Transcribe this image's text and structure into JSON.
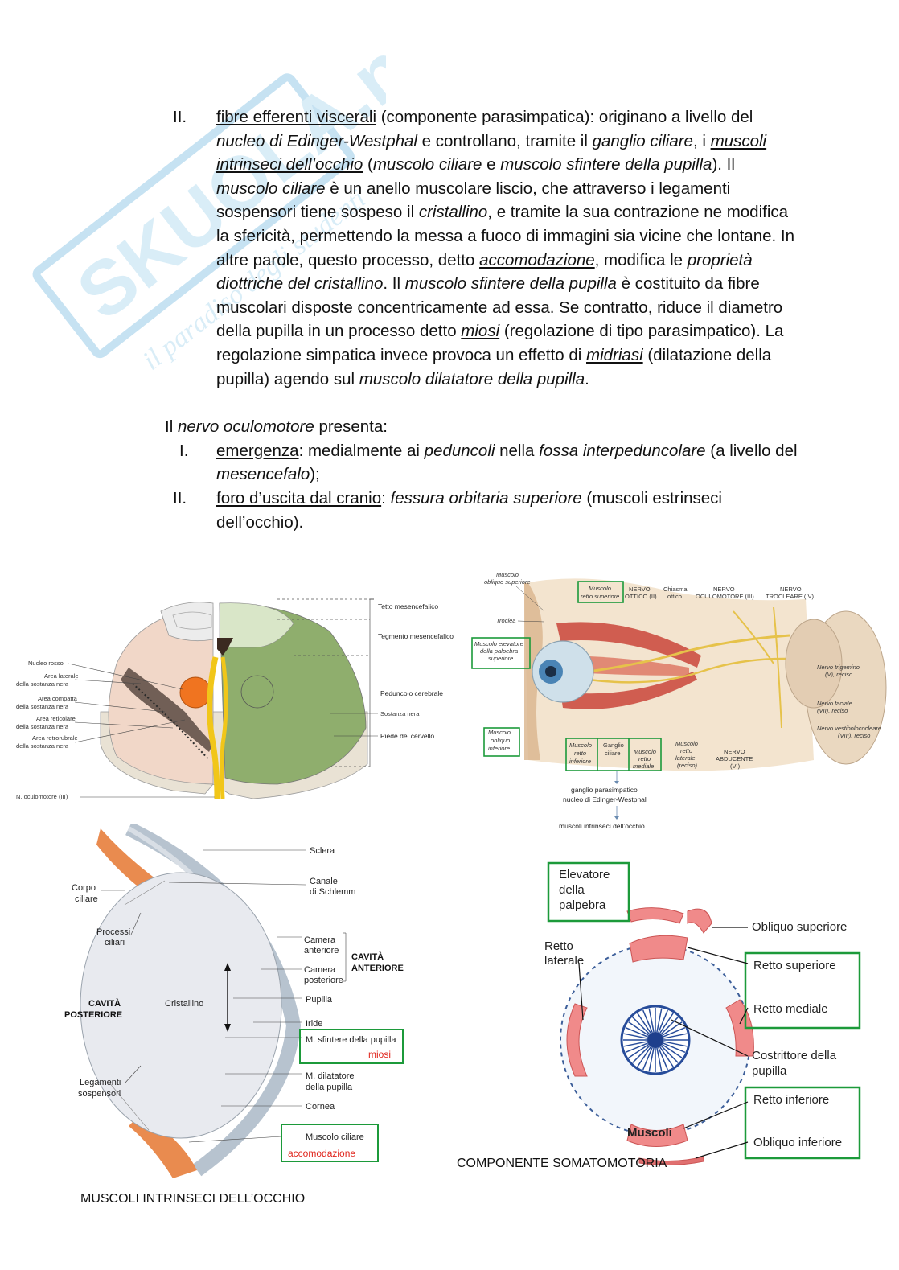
{
  "watermark": {
    "brand": "SKUOLA.net",
    "tagline": "il paradiso degli studenti"
  },
  "text": {
    "item_ii_num": "II.",
    "p1_a": "fibre efferenti viscerali",
    "p1_b": " (componente parasimpatica): originano a livello del ",
    "p1_c": "nucleo di Edinger-Westphal",
    "p1_d": " e controllano, tramite il ",
    "p1_e": "ganglio ciliare",
    "p1_f": ", i ",
    "p1_g": "muscoli intrinseci dell’occhio",
    "p1_h": " (",
    "p1_i": "muscolo ciliare",
    "p1_j": " e ",
    "p1_k": "muscolo sfintere della pupilla",
    "p1_l": "). Il ",
    "p1_m": "muscolo ciliare",
    "p1_n": " è un anello muscolare liscio, che attraverso i legamenti sospensori tiene sospeso il ",
    "p1_o": "cristallino",
    "p1_p": ", e tramite la sua contrazione ne modifica la sfericità, permettendo la messa a fuoco di immagini sia vicine che lontane. In altre parole, questo processo, detto ",
    "p1_q": "accomodazione",
    "p1_r": ", modifica le ",
    "p1_s": "proprietà diottriche del cristallino",
    "p1_t": ". Il ",
    "p1_u": "muscolo sfintere della pupilla",
    "p1_v": " è costituito da fibre muscolari disposte concentricamente ad essa. Se contratto, riduce il diametro della pupilla in un processo detto ",
    "p1_w": "miosi",
    "p1_x": " (regolazione di tipo parasimpatico). La regolazione simpatica invece provoca un effetto di ",
    "p1_y": "midriasi",
    "p1_z": "  (dilatazione della pupilla) agendo sul ",
    "p1_aa": "muscolo dilatatore della pupilla",
    "p1_ab": ".",
    "intro_a": "Il ",
    "intro_b": "nervo oculomotore",
    "intro_c": " presenta:",
    "l1_num": "I.",
    "l1_a": "emergenza",
    "l1_b": ": medialmente ai ",
    "l1_c": "peduncoli",
    "l1_d": " nella ",
    "l1_e": "fossa interpeduncolare",
    "l1_f": " (a livello del ",
    "l1_g": "mesencefalo",
    "l1_h": ");",
    "l2_num": "II.",
    "l2_a": "foro d’uscita dal cranio",
    "l2_b": ": ",
    "l2_c": "fessura orbitaria superiore",
    "l2_d": " (muscoli estrinseci dell’occhio)."
  },
  "fig1": {
    "tetto": "Tetto mesencefalico",
    "tegmento": "Tegmento mesencefalico",
    "peduncolo": "Peduncolo cerebrale",
    "sostanza": "Sostanza nera",
    "piede": "Piede del cervello",
    "nucleo": "Nucleo rosso",
    "area_lat_1": "Area laterale",
    "area_lat_2": "della sostanza nera",
    "area_comp_1": "Area compatta",
    "area_comp_2": "della sostanza nera",
    "area_ret_1": "Area reticolare",
    "area_ret_2": "della sostanza nera",
    "area_retro_1": "Area retrorubrale",
    "area_retro_2": "della sostanza nera",
    "nervo": "N. oculomotore (III)"
  },
  "fig2": {
    "obliquo_sup_1": "Muscolo",
    "obliquo_sup_2": "obliquo superiore",
    "retto_sup_1": "Muscolo",
    "retto_sup_2": "retto superiore",
    "ottico_1": "NERVO",
    "ottico_2": "OTTICO (II)",
    "chiasma_1": "Chiasma",
    "chiasma_2": "ottico",
    "oculomotore_1": "NERVO",
    "oculomotore_2": "OCULOMOTORE (III)",
    "trocleare_1": "NERVO",
    "trocleare_2": "TROCLEARE (IV)",
    "troclea": "Troclea",
    "elevatore_1": "Muscolo elevatore",
    "elevatore_2": "della palpebra",
    "elevatore_3": "superiore",
    "trigemino_1": "Nervo trigemino",
    "trigemino_2": "(V), reciso",
    "faciale_1": "Nervo faciale",
    "faciale_2": "(VII), reciso",
    "vestibolo_1": "Nervo vestibolococleare",
    "vestibolo_2": "(VIII), reciso",
    "obliquo_inf_1": "Muscolo",
    "obliquo_inf_2": "obliquo",
    "obliquo_inf_3": "inferiore",
    "retto_inf_1": "Muscolo",
    "retto_inf_2": "retto",
    "retto_inf_3": "inferiore",
    "ganglio_1": "Ganglio",
    "ganglio_2": "ciliare",
    "retto_med_1": "Muscolo",
    "retto_med_2": "retto",
    "retto_med_3": "mediale",
    "retto_lat_1": "Muscolo",
    "retto_lat_2": "retto",
    "retto_lat_3": "laterale",
    "retto_lat_4": "(reciso)",
    "abducente_1": "NERVO",
    "abducente_2": "ABDUCENTE",
    "abducente_3": "(VI)",
    "note_1": "ganglio parasimpatico",
    "note_2": "nucleo di Edinger-Westphal",
    "note_3": "muscoli intrinseci dell’occhio"
  },
  "fig3": {
    "sclera": "Sclera",
    "canale_1": "Canale",
    "canale_2": "di Schlemm",
    "corpo_1": "Corpo",
    "corpo_2": "ciliare",
    "processi_1": "Processi",
    "processi_2": "ciliari",
    "cam_ant_1": "Camera",
    "cam_ant_2": "anteriore",
    "cam_post_1": "Camera",
    "cam_post_2": "posteriore",
    "cavita_ant_1": "CAVITÀ",
    "cavita_ant_2": "ANTERIORE",
    "cavita_post_1": "CAVITÀ",
    "cavita_post_2": "POSTERIORE",
    "cristallino": "Cristallino",
    "pupilla": "Pupilla",
    "iride": "Iride",
    "sfintere": "M. sfintere della pupilla",
    "miosi": "miosi",
    "legamenti_1": "Legamenti",
    "legamenti_2": "sospensori",
    "dilatatore_1": "M. dilatatore",
    "dilatatore_2": "della pupilla",
    "cornea": "Cornea",
    "ciliare": "Muscolo ciliare",
    "accomodazione": "accomodazione",
    "caption": "MUSCOLI INTRINSECI DELL’OCCHIO"
  },
  "fig4": {
    "elevatore_1": "Elevatore",
    "elevatore_2": "della",
    "elevatore_3": "palpebra",
    "obliquo_sup": "Obliquo superiore",
    "retto_lat_1": "Retto",
    "retto_lat_2": "laterale",
    "retto_sup": "Retto superiore",
    "retto_med": "Retto mediale",
    "costrittore_1": "Costrittore della",
    "costrittore_2": "pupilla",
    "retto_inf": "Retto inferiore",
    "obliquo_inf": "Obliquo inferiore",
    "muscoli": "Muscoli",
    "caption": "COMPONENTE SOMATOMOTORIA"
  },
  "colors": {
    "green_box": "#1c9a3a",
    "red_text": "#e0241b",
    "watermark": "#8fc7e6"
  }
}
